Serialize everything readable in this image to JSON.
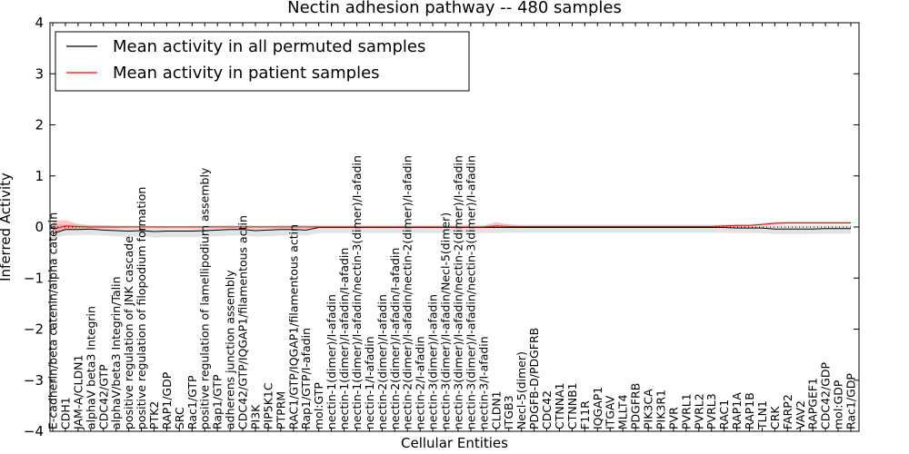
{
  "chart_data": {
    "type": "line",
    "title": "Nectin adhesion pathway -- 480 samples",
    "xlabel": "Cellular Entities",
    "ylabel": "Inferred Activity",
    "ylim": [
      -4,
      4
    ],
    "yticks": [
      -4,
      -3,
      -2,
      -1,
      0,
      1,
      2,
      3,
      4
    ],
    "ytick_labels": [
      "−4",
      "−3",
      "−2",
      "−1",
      "0",
      "1",
      "2",
      "3",
      "4"
    ],
    "grid": false,
    "legend_position": "top-left",
    "categories": [
      "E-cadherin/beta catenin/alpha catenin",
      "CDH1",
      "JAM-A/CLDN1",
      "alphaV beta3 Integrin",
      "CDC42/GTP",
      "alphaV/beta3 Integrin/Talin",
      "positive regulation of JNK cascade",
      "positive regulation of filopodium formation",
      "PTK2",
      "RAP1/GDP",
      "SRC",
      "Rac1/GTP",
      "positive regulation of lamellipodium assembly",
      "Rap1/GTP",
      "adherens junction assembly",
      "CDC42/GTP/IQGAP1/filamentous actin",
      "PI3K",
      "PIP5K1C",
      "PTPRM",
      "RAC1/GTP/IQGAP1/filamentous actin",
      "Rap1/GTP/I-afadin",
      "mol:GTP",
      "nectin-1(dimer)/I-afadin",
      "nectin-1(dimer)/I-afadin/I-afadin",
      "nectin-1(dimer)/I-afadin/nectin-3(dimer)/I-afadin",
      "nectin-1/I-afadin",
      "nectin-2(dimer)/I-afadin",
      "nectin-2(dimer)/I-afadin/I-afadin",
      "nectin-2(dimer)/I-afadin/nectin-2(dimer)/I-afadin",
      "nectin-2/I-afadin",
      "nectin-3(dimer)/I-afadin",
      "nectin-3(dimer)/I-afadin/Necl-5(dimer)",
      "nectin-3(dimer)/I-afadin/nectin-2(dimer)/I-afadin",
      "nectin-3(dimer)/I-afadin/nectin-3(dimer)/I-afadin",
      "nectin-3/I-afadin",
      "CLDN1",
      "ITGB3",
      "Necl-5(dimer)",
      "PDGFB-D/PDGFRB",
      "CDC42",
      "CTNNA1",
      "CTNNB1",
      "F11R",
      "IQGAP1",
      "ITGAV",
      "MLLT4",
      "PDGFRB",
      "PIK3CA",
      "PIK3R1",
      "PVR",
      "PVRL1",
      "PVRL2",
      "PVRL3",
      "RAC1",
      "RAP1A",
      "RAP1B",
      "TLN1",
      "CRK",
      "FARP2",
      "VAV2",
      "RAPGEF1",
      "CDC42/GDP",
      "mol:GDP",
      "Rac1/GDP"
    ],
    "series": [
      {
        "name": "Mean activity in all permuted samples",
        "color": "#000000",
        "values": [
          -0.13,
          -0.05,
          -0.05,
          -0.04,
          -0.06,
          -0.07,
          -0.08,
          -0.07,
          -0.09,
          -0.08,
          -0.08,
          -0.08,
          -0.07,
          -0.06,
          -0.05,
          -0.05,
          -0.07,
          -0.06,
          -0.05,
          -0.05,
          -0.06,
          -0.01,
          -0.01,
          -0.01,
          -0.01,
          -0.01,
          -0.01,
          -0.01,
          -0.01,
          -0.01,
          -0.01,
          -0.01,
          -0.01,
          -0.01,
          -0.01,
          -0.01,
          -0.01,
          -0.01,
          -0.01,
          -0.01,
          -0.01,
          -0.01,
          -0.01,
          -0.01,
          -0.01,
          -0.01,
          -0.01,
          -0.01,
          -0.01,
          -0.01,
          -0.01,
          -0.01,
          -0.01,
          -0.01,
          -0.02,
          -0.02,
          -0.02,
          -0.04,
          -0.04,
          -0.04,
          -0.04,
          -0.03,
          -0.03,
          -0.03
        ],
        "band_low": [
          -0.22,
          -0.17,
          -0.16,
          -0.15,
          -0.17,
          -0.18,
          -0.2,
          -0.18,
          -0.21,
          -0.2,
          -0.2,
          -0.2,
          -0.19,
          -0.18,
          -0.17,
          -0.17,
          -0.19,
          -0.18,
          -0.17,
          -0.16,
          -0.17,
          -0.12,
          -0.12,
          -0.12,
          -0.12,
          -0.12,
          -0.12,
          -0.12,
          -0.12,
          -0.12,
          -0.12,
          -0.12,
          -0.12,
          -0.12,
          -0.12,
          -0.12,
          -0.11,
          -0.11,
          -0.11,
          -0.11,
          -0.11,
          -0.11,
          -0.11,
          -0.11,
          -0.11,
          -0.11,
          -0.11,
          -0.11,
          -0.11,
          -0.11,
          -0.11,
          -0.11,
          -0.11,
          -0.11,
          -0.12,
          -0.12,
          -0.12,
          -0.14,
          -0.14,
          -0.14,
          -0.14,
          -0.13,
          -0.13,
          -0.13
        ],
        "band_high": [
          0.06,
          0.05,
          0.05,
          0.04,
          0.04,
          0.03,
          0.03,
          0.03,
          0.02,
          0.02,
          0.02,
          0.02,
          0.03,
          0.03,
          0.04,
          0.04,
          0.03,
          0.03,
          0.04,
          0.04,
          0.04,
          0.04,
          0.04,
          0.04,
          0.04,
          0.04,
          0.04,
          0.04,
          0.04,
          0.04,
          0.04,
          0.04,
          0.04,
          0.04,
          0.04,
          0.04,
          0.05,
          0.05,
          0.05,
          0.05,
          0.05,
          0.05,
          0.05,
          0.05,
          0.05,
          0.05,
          0.05,
          0.05,
          0.05,
          0.05,
          0.05,
          0.05,
          0.05,
          0.05,
          0.04,
          0.04,
          0.04,
          0.03,
          0.03,
          0.03,
          0.03,
          0.03,
          0.03,
          0.03
        ]
      },
      {
        "name": "Mean activity in patient samples",
        "color": "#ff0000",
        "values": [
          -0.04,
          0.02,
          0.01,
          0.0,
          0.0,
          0.0,
          0.0,
          0.0,
          0.0,
          0.0,
          0.0,
          0.0,
          0.0,
          0.0,
          0.0,
          0.0,
          0.0,
          0.0,
          0.0,
          0.0,
          0.0,
          0.0,
          0.0,
          0.0,
          0.0,
          0.0,
          0.0,
          0.0,
          0.0,
          0.0,
          0.0,
          0.0,
          0.0,
          0.0,
          0.0,
          0.02,
          0.01,
          0.01,
          0.01,
          0.01,
          0.01,
          0.01,
          0.01,
          0.01,
          0.01,
          0.01,
          0.01,
          0.01,
          0.01,
          0.01,
          0.01,
          0.01,
          0.01,
          0.02,
          0.03,
          0.03,
          0.05,
          0.07,
          0.08,
          0.08,
          0.08,
          0.08,
          0.08,
          0.08
        ],
        "band_low": [
          -0.12,
          -0.06,
          -0.03,
          -0.02,
          -0.02,
          -0.02,
          -0.01,
          -0.01,
          -0.01,
          -0.01,
          -0.01,
          -0.01,
          -0.01,
          -0.01,
          -0.01,
          -0.01,
          -0.01,
          -0.01,
          -0.01,
          -0.01,
          -0.01,
          -0.01,
          -0.01,
          -0.01,
          -0.01,
          -0.01,
          -0.01,
          -0.01,
          -0.01,
          -0.01,
          -0.01,
          -0.01,
          -0.01,
          -0.01,
          -0.01,
          -0.01,
          -0.01,
          -0.01,
          -0.01,
          -0.01,
          -0.01,
          -0.01,
          -0.01,
          -0.01,
          -0.01,
          -0.01,
          -0.01,
          -0.01,
          -0.01,
          -0.01,
          -0.01,
          -0.01,
          -0.01,
          0.0,
          0.01,
          0.02,
          0.03,
          0.05,
          0.06,
          0.06,
          0.06,
          0.06,
          0.06,
          0.06
        ],
        "band_high": [
          0.12,
          0.14,
          0.06,
          0.03,
          0.03,
          0.02,
          0.02,
          0.02,
          0.02,
          0.02,
          0.02,
          0.02,
          0.02,
          0.02,
          0.02,
          0.02,
          0.02,
          0.02,
          0.02,
          0.02,
          0.02,
          0.02,
          0.02,
          0.02,
          0.02,
          0.02,
          0.02,
          0.02,
          0.02,
          0.02,
          0.02,
          0.02,
          0.02,
          0.02,
          0.02,
          0.1,
          0.05,
          0.03,
          0.03,
          0.03,
          0.03,
          0.03,
          0.03,
          0.03,
          0.03,
          0.03,
          0.03,
          0.03,
          0.03,
          0.03,
          0.03,
          0.03,
          0.03,
          0.04,
          0.05,
          0.05,
          0.08,
          0.1,
          0.11,
          0.11,
          0.11,
          0.11,
          0.11,
          0.11
        ]
      }
    ]
  }
}
